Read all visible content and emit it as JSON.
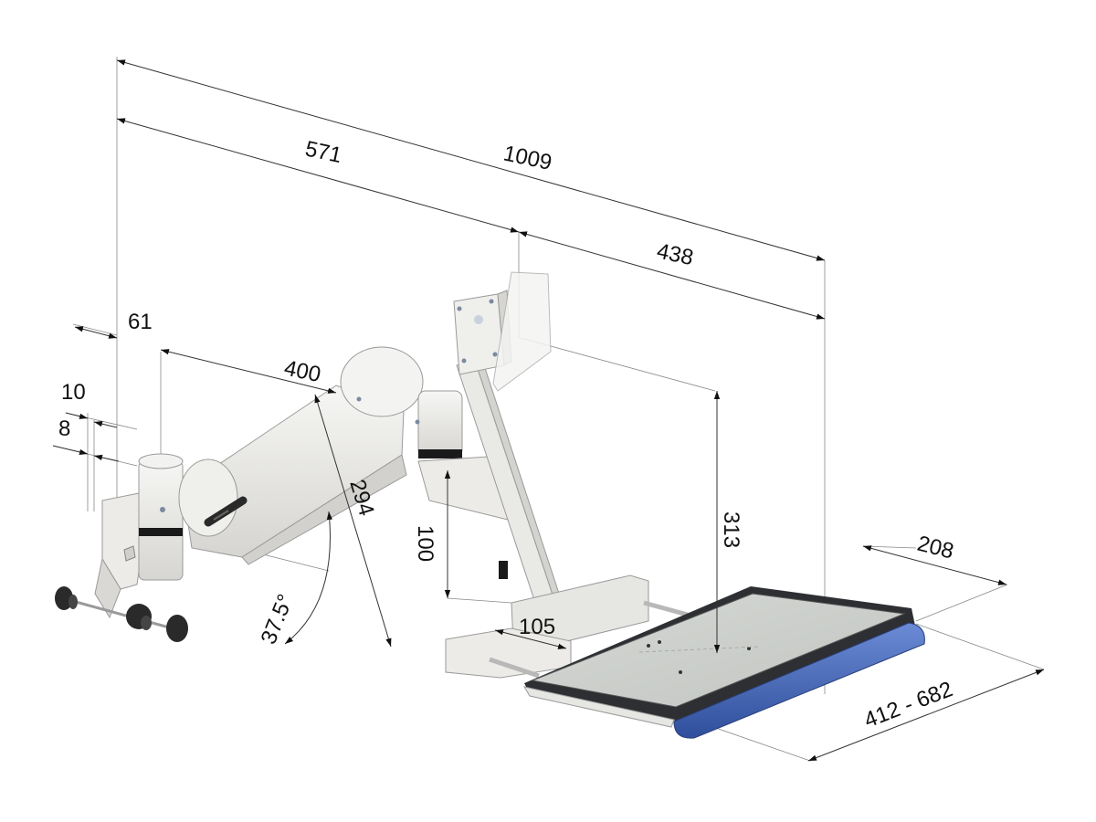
{
  "drawing": {
    "colors": {
      "background": "#ffffff",
      "arm_body": "#ecebe8",
      "arm_shade": "#d9d8d4",
      "tray_surface": "#c9ccc8",
      "tray_frame": "#2d2f33",
      "wrist_rest": "#3f5fb0",
      "wrist_rest_light": "#5a7fd0",
      "knob": "#2a2a2a"
    },
    "dimensions": {
      "overall_length": "1009",
      "arm_reach": "571",
      "tray_offset": "438",
      "clamp_offset": "61",
      "arm_segment": "400",
      "clamp_top": "10",
      "clamp_thickness": "8",
      "arm_height": "294",
      "tilt_angle": "37.5",
      "degree_symbol": "°",
      "post_height": "100",
      "tray_height": "313",
      "slide_width": "105",
      "tray_depth": "208",
      "tray_width_range": "412 - 682"
    }
  }
}
